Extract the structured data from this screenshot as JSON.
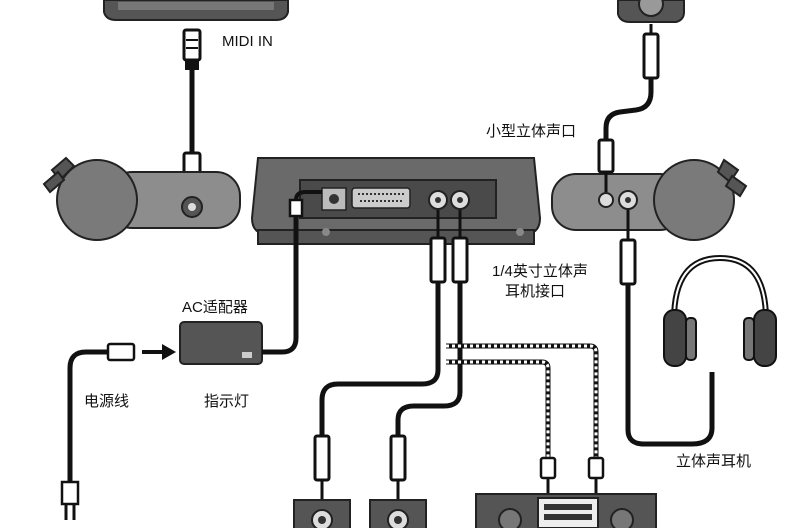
{
  "labels": {
    "midi_in": "MIDI IN",
    "mini_stereo": "小型立体声口",
    "quarter_inch_line1": "1/4英寸立体声",
    "quarter_inch_line2": "耳机接口",
    "ac_adapter": "AC适配器",
    "power_cord": "电源线",
    "indicator_light": "指示灯",
    "stereo_headphones": "立体声耳机"
  },
  "colors": {
    "device_body": "#5e5e5e",
    "device_dark": "#3a3a3a",
    "device_light": "#9a9a9a",
    "cable": "#111111",
    "outline": "#222222"
  }
}
